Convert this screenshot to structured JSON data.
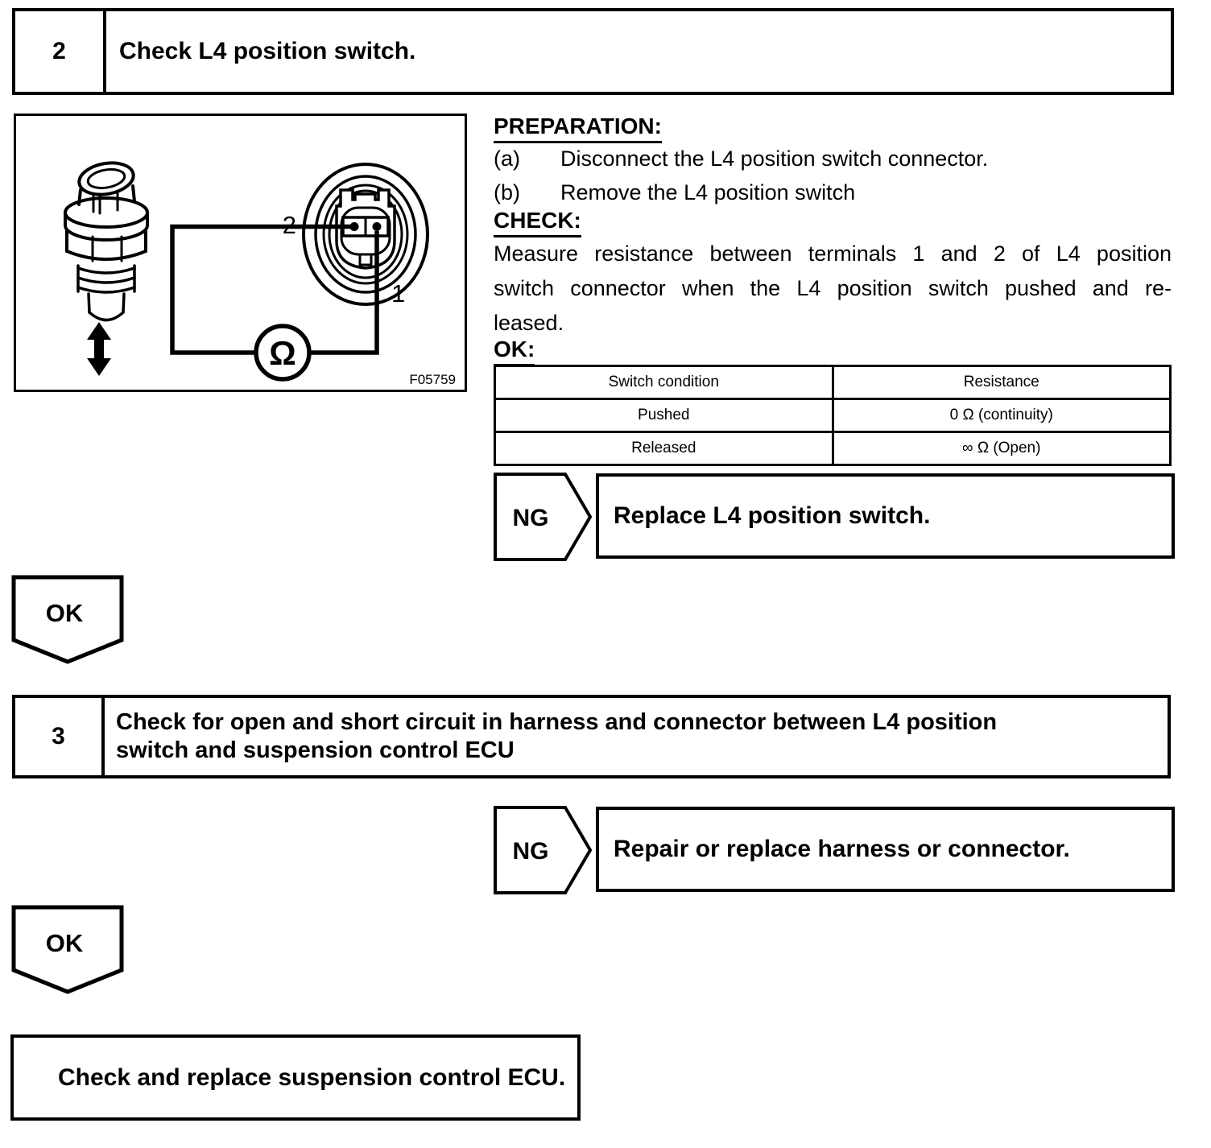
{
  "step2": {
    "number": "2",
    "title": "Check L4 position switch."
  },
  "figure": {
    "code": "F05759",
    "terminal_2_label": "2",
    "terminal_1_label": "1",
    "ohmmeter_symbol": "Ω"
  },
  "preparation": {
    "heading": "PREPARATION:",
    "items": [
      {
        "marker": "(a)",
        "text": "Disconnect the L4 position switch connector."
      },
      {
        "marker": "(b)",
        "text": "Remove the L4 position switch"
      }
    ]
  },
  "check": {
    "heading": "CHECK:",
    "lines": [
      "Measure resistance between terminals 1 and 2 of L4 position",
      "switch connector when the L4 position switch pushed and re-",
      "leased."
    ]
  },
  "ok_spec": {
    "heading": "OK:",
    "table": {
      "headers": [
        "Switch condition",
        "Resistance"
      ],
      "rows": [
        [
          "Pushed",
          "0 Ω (continuity)"
        ],
        [
          "Released",
          "∞ Ω (Open)"
        ]
      ]
    }
  },
  "ng1": {
    "label": "NG",
    "action": "Replace L4 position switch."
  },
  "ok1": {
    "label": "OK"
  },
  "step3": {
    "number": "3",
    "title_lines": [
      "Check for open and short circuit in harness and connector between L4 position",
      "switch and suspension control ECU"
    ]
  },
  "ng2": {
    "label": "NG",
    "action": "Repair or replace harness or connector."
  },
  "ok2": {
    "label": "OK"
  },
  "final": {
    "action": "Check and replace suspension control ECU."
  }
}
